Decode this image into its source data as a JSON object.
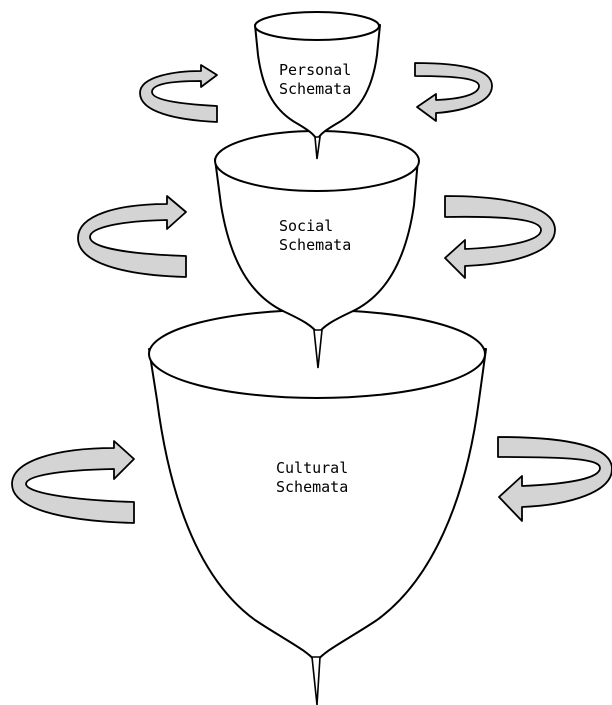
{
  "colors": {
    "outline": "#000000",
    "arrow_fill": "#d4d4d4",
    "background": "#ffffff"
  },
  "tiers": [
    {
      "id": "personal",
      "label_line1": "Personal",
      "label_line2": "Schemata"
    },
    {
      "id": "social",
      "label_line1": "Social",
      "label_line2": "Schemata"
    },
    {
      "id": "cultural",
      "label_line1": "Cultural",
      "label_line2": "Schemata"
    }
  ],
  "arrows": [
    {
      "tier": "personal",
      "side": "left",
      "icon": "rotation-arrow-icon"
    },
    {
      "tier": "personal",
      "side": "right",
      "icon": "rotation-arrow-icon"
    },
    {
      "tier": "social",
      "side": "left",
      "icon": "rotation-arrow-icon"
    },
    {
      "tier": "social",
      "side": "right",
      "icon": "rotation-arrow-icon"
    },
    {
      "tier": "cultural",
      "side": "left",
      "icon": "rotation-arrow-icon"
    },
    {
      "tier": "cultural",
      "side": "right",
      "icon": "rotation-arrow-icon"
    }
  ]
}
